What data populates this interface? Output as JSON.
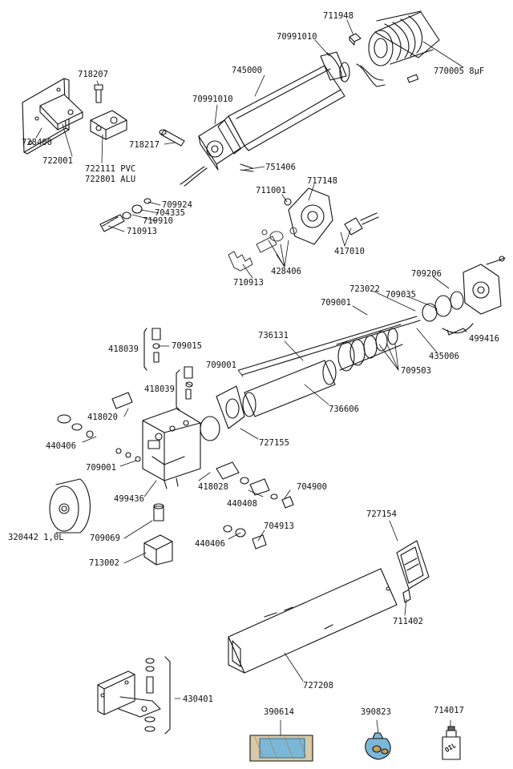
{
  "diagram": {
    "parts": [
      {
        "id": "p711948",
        "text": "711948"
      },
      {
        "id": "p70991010a",
        "text": "70991010"
      },
      {
        "id": "p770005",
        "text": "770005 8μF"
      },
      {
        "id": "p745000",
        "text": "745000"
      },
      {
        "id": "p718207",
        "text": "718207"
      },
      {
        "id": "p70991010b",
        "text": "70991010"
      },
      {
        "id": "p728400",
        "text": "728400"
      },
      {
        "id": "p722001",
        "text": "722001"
      },
      {
        "id": "p718217",
        "text": "718217"
      },
      {
        "id": "p722111",
        "text": "722111 PVC"
      },
      {
        "id": "p722801",
        "text": "722801 ALU"
      },
      {
        "id": "p751406",
        "text": "751406"
      },
      {
        "id": "p717148",
        "text": "717148"
      },
      {
        "id": "p711001",
        "text": "711001"
      },
      {
        "id": "p709924",
        "text": "709924"
      },
      {
        "id": "p704335",
        "text": "704335"
      },
      {
        "id": "p710910",
        "text": "710910"
      },
      {
        "id": "p710913a",
        "text": "710913"
      },
      {
        "id": "p417010",
        "text": "417010"
      },
      {
        "id": "p428406",
        "text": "428406"
      },
      {
        "id": "p710913b",
        "text": "710913"
      },
      {
        "id": "p709206",
        "text": "709206"
      },
      {
        "id": "p723022",
        "text": "723022"
      },
      {
        "id": "p709035",
        "text": "709035"
      },
      {
        "id": "p709001a",
        "text": "709001"
      },
      {
        "id": "p499416",
        "text": "499416"
      },
      {
        "id": "p736131",
        "text": "736131"
      },
      {
        "id": "p418039a",
        "text": "418039"
      },
      {
        "id": "p709015",
        "text": "709015"
      },
      {
        "id": "p435006",
        "text": "435006"
      },
      {
        "id": "p709001b",
        "text": "709001"
      },
      {
        "id": "p709503",
        "text": "709503"
      },
      {
        "id": "p418039b",
        "text": "418039"
      },
      {
        "id": "p736606",
        "text": "736606"
      },
      {
        "id": "p418020",
        "text": "418020"
      },
      {
        "id": "p440406a",
        "text": "440406"
      },
      {
        "id": "p727155",
        "text": "727155"
      },
      {
        "id": "p709001c",
        "text": "709001"
      },
      {
        "id": "p418028",
        "text": "418028"
      },
      {
        "id": "p704900",
        "text": "704900"
      },
      {
        "id": "p499436",
        "text": "499436"
      },
      {
        "id": "p440408",
        "text": "440408"
      },
      {
        "id": "p727154",
        "text": "727154"
      },
      {
        "id": "p320442",
        "text": "320442 1,0L"
      },
      {
        "id": "p709069",
        "text": "709069"
      },
      {
        "id": "p704913",
        "text": "704913"
      },
      {
        "id": "p440406b",
        "text": "440406"
      },
      {
        "id": "p713002",
        "text": "713002"
      },
      {
        "id": "p711402",
        "text": "711402"
      },
      {
        "id": "p727208",
        "text": "727208"
      },
      {
        "id": "p430401",
        "text": "430401"
      },
      {
        "id": "p390614",
        "text": "390614"
      },
      {
        "id": "p390823",
        "text": "390823"
      },
      {
        "id": "p714017",
        "text": "714017"
      }
    ],
    "oil_label": "OIL"
  }
}
